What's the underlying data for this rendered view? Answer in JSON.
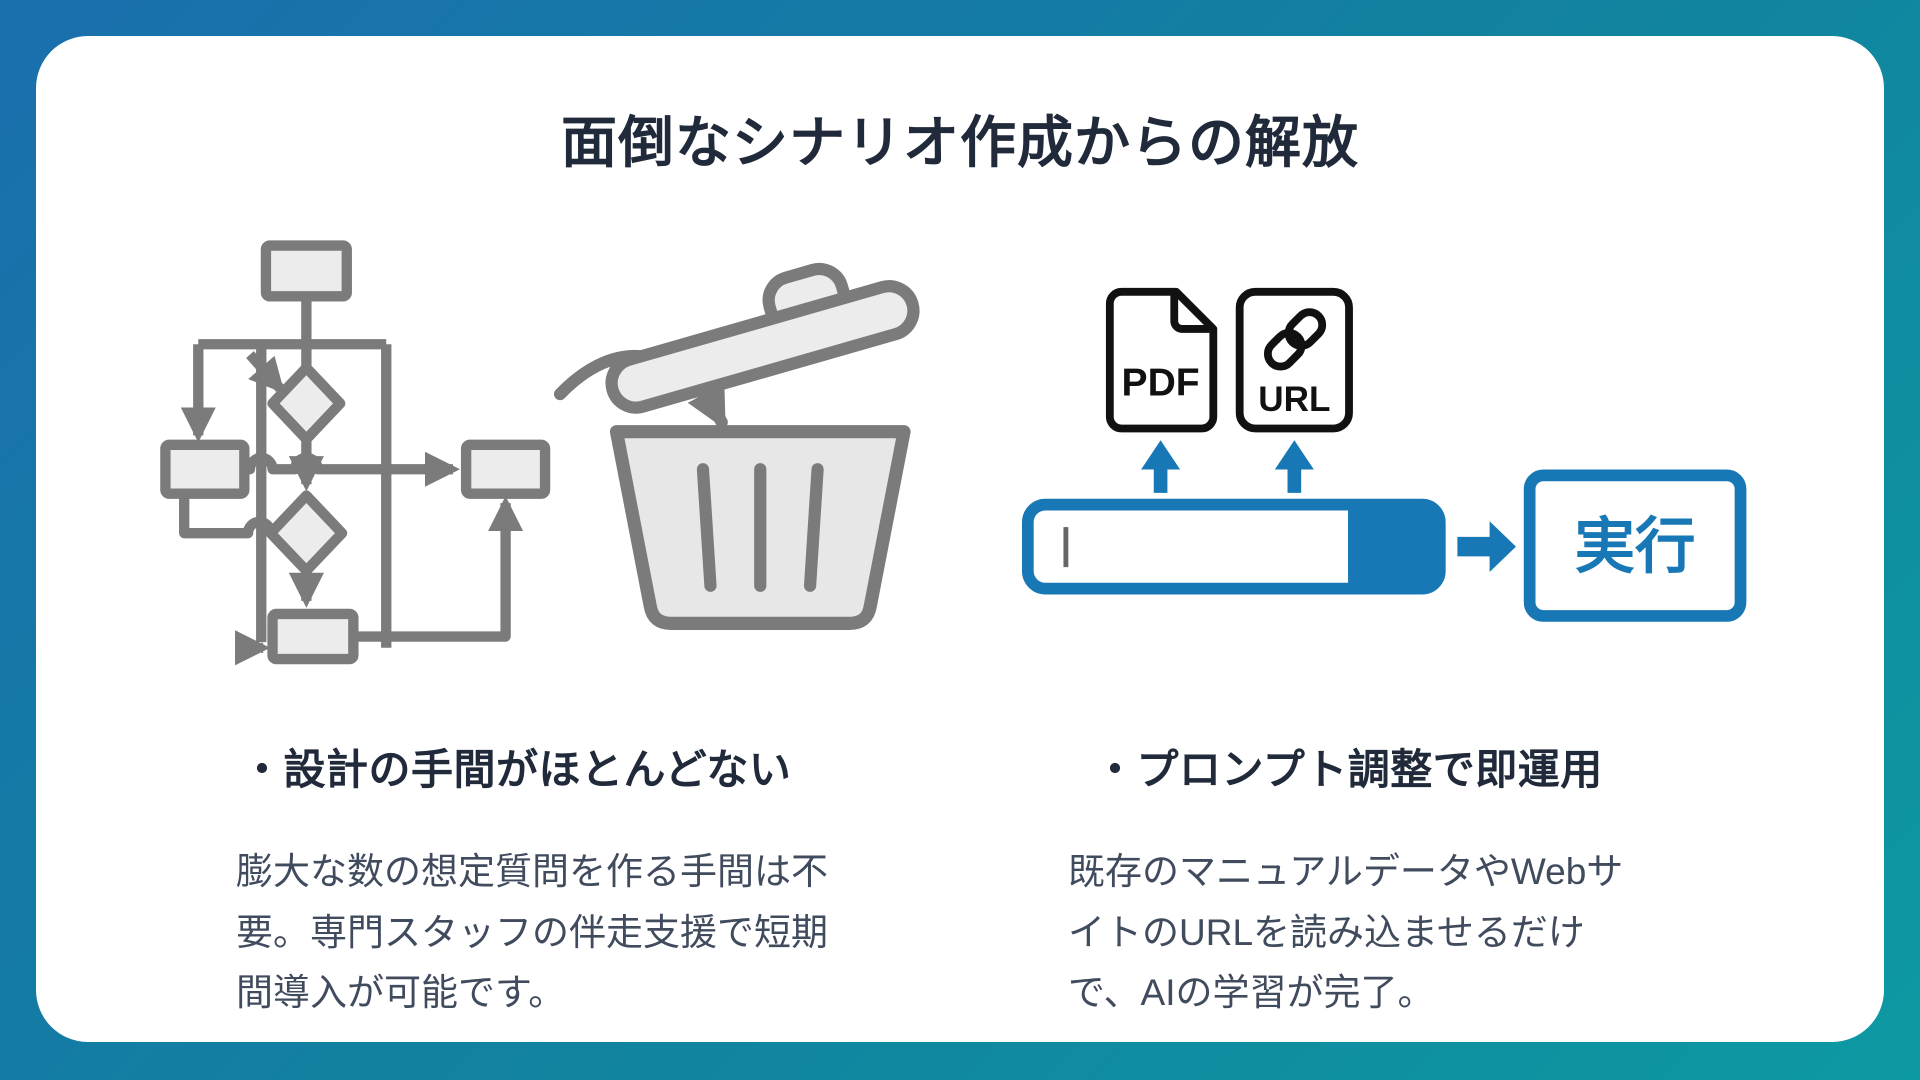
{
  "slide": {
    "title": "面倒なシナリオ作成からの解放",
    "left_feature": {
      "heading": "・設計の手間がほとんどない",
      "body": "膨大な数の想定質問を作る手間は不要。専門スタッフの伴走支援で短期間導入が可能です。",
      "illustration": "complex-flowchart-thrown-into-trash"
    },
    "right_feature": {
      "heading": "・プロンプト調整で即運用",
      "body": "既存のマニュアルデータやWebサイトのURLを読み込ませるだけで、AIの学習が完了。",
      "illustration": {
        "pdf_icon_label": "PDF",
        "url_icon_label": "URL",
        "execute_button_label": "実行"
      }
    },
    "colors": {
      "accent_blue": "#1878b6",
      "background_gradient_start": "#1a6fad",
      "background_gradient_end": "#0d99a2",
      "illustration_gray": "#7b7b7b",
      "heading_color": "#212a3a",
      "body_color": "#414b5e"
    }
  }
}
